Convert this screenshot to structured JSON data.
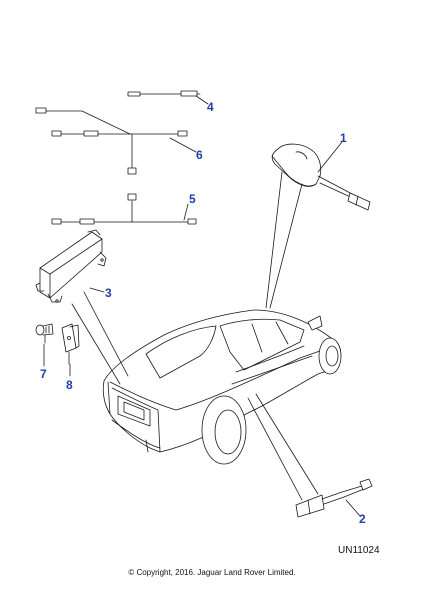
{
  "callouts": [
    {
      "id": "1",
      "label": "1"
    },
    {
      "id": "2",
      "label": "2"
    },
    {
      "id": "3",
      "label": "3"
    },
    {
      "id": "4",
      "label": "4"
    },
    {
      "id": "5",
      "label": "5"
    },
    {
      "id": "6",
      "label": "6"
    },
    {
      "id": "7",
      "label": "7"
    },
    {
      "id": "8",
      "label": "8"
    }
  ],
  "reference_code": "UN11024",
  "copyright": "© Copyright, 2016. Jaguar Land Rover Limited.",
  "colors": {
    "line": "#1a1a1a",
    "callout": "#1f3fae",
    "background": "#ffffff"
  }
}
